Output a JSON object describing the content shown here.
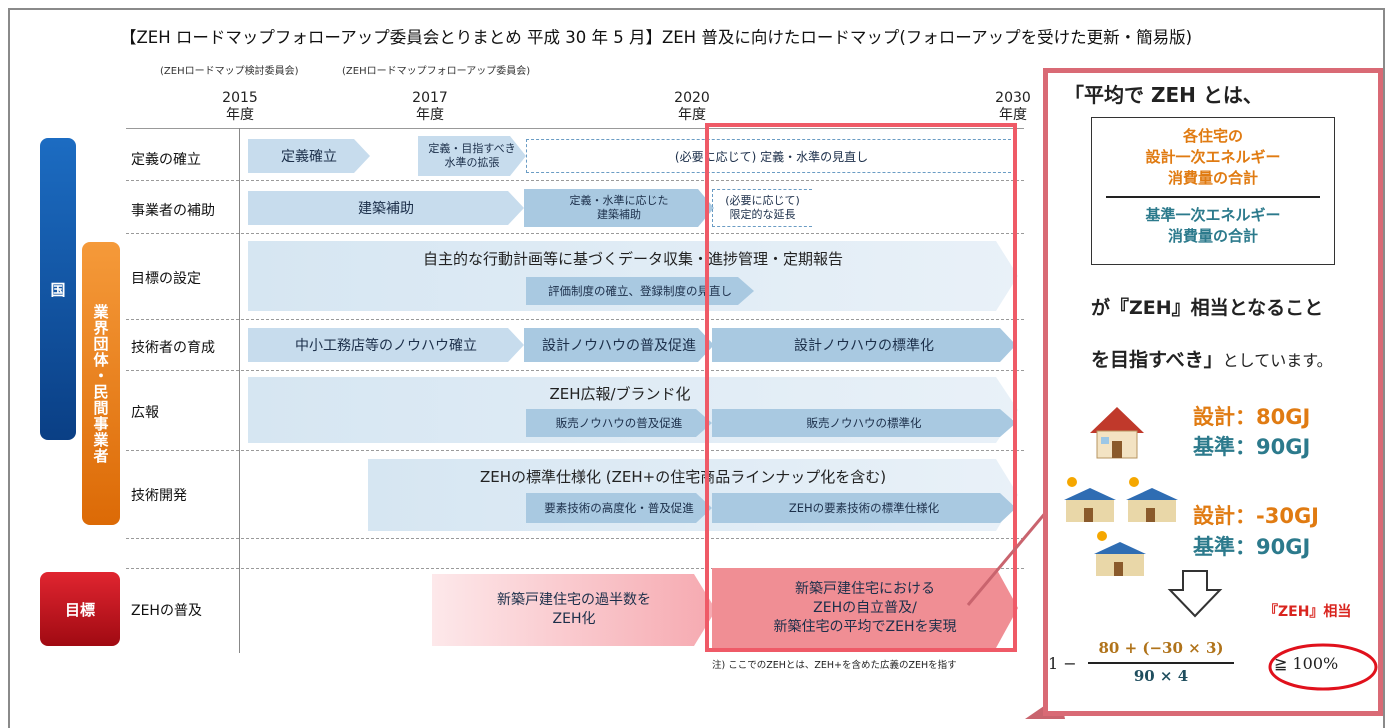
{
  "header": {
    "title": "【ZEH ロードマップフォローアップ委員会とりまとめ  平成 30 年 5 月】ZEH 普及に向けたロードマップ(フォローアップを受けた更新・簡易版)",
    "committee_left": "(ZEHロードマップ検討委員会)",
    "committee_right": "(ZEHロードマップフォローアップ委員会)"
  },
  "timeline": {
    "years": [
      {
        "year": "2015",
        "unit": "年度"
      },
      {
        "year": "2017",
        "unit": "年度"
      },
      {
        "year": "2020",
        "unit": "年度"
      },
      {
        "year": "2030",
        "unit": "年度"
      }
    ]
  },
  "side_labels": {
    "country": "国",
    "industry": "業界団体・民間事業者",
    "goal": "目標"
  },
  "rows": [
    {
      "label": "定義の確立"
    },
    {
      "label": "事業者の補助"
    },
    {
      "label": "目標の設定"
    },
    {
      "label": "技術者の育成"
    },
    {
      "label": "広報"
    },
    {
      "label": "技術開発"
    },
    {
      "label": "ZEHの普及"
    }
  ],
  "bars": {
    "def1": "定義確立",
    "def2a": "定義・目指すべき",
    "def2b": "水準の拡張",
    "def3": "(必要に応じて) 定義・水準の見直し",
    "sub1": "建築補助",
    "sub2a": "定義・水準に応じた",
    "sub2b": "建築補助",
    "sub3a": "(必要に応じて)",
    "sub3b": "限定的な延長",
    "goal_main": "自主的な行動計画等に基づくデータ収集・進捗管理・定期報告",
    "goal_sub": "評価制度の確立、登録制度の見直し",
    "eng1": "中小工務店等のノウハウ確立",
    "eng2": "設計ノウハウの普及促進",
    "eng3": "設計ノウハウの標準化",
    "pr_main": "ZEH広報/ブランド化",
    "pr_sub1": "販売ノウハウの普及促進",
    "pr_sub2": "販売ノウハウの標準化",
    "tech_main": "ZEHの標準仕様化 (ZEH+の住宅商品ラインナップ化を含む)",
    "tech_sub1": "要素技術の高度化・普及促進",
    "tech_sub2": "ZEHの要素技術の標準仕様化",
    "zeh1a": "新築戸建住宅の過半数を",
    "zeh1b": "ZEH化",
    "zeh2a": "新築戸建住宅における",
    "zeh2b": "ZEHの自立普及/",
    "zeh2c": "新築住宅の平均でZEHを実現",
    "note": "注) ここでのZEHとは、ZEH+を含めた広義のZEHを指す"
  },
  "panel": {
    "heading": "「平均で ZEH とは、",
    "num1": "各住宅の",
    "num2": "設計一次エネルギー",
    "num3": "消費量の合計",
    "den1": "基準一次エネルギー",
    "den2": "消費量の合計",
    "line1": "が『ZEH』相当となること",
    "line2_bold": "を目指すべき」",
    "line2_rest": "としています。",
    "house1_design": "設計：80GJ",
    "house1_base": "基準：90GJ",
    "house2_design": "設計：-30GJ",
    "house2_base": "基準：90GJ",
    "zeh_equiv": "『ZEH』相当",
    "f_one": "1 −",
    "f_num": "80 + (−30 × 3)",
    "f_den": "90 × 4",
    "f_result": "≧ 100%"
  },
  "colors": {
    "blue_bar": "#0f52a0",
    "orange_bar": "#ea7a12",
    "goal_red": "#c0111b",
    "accent_orange": "#e07b12",
    "accent_teal": "#2c7a8c",
    "panel_border": "#d96a75"
  }
}
